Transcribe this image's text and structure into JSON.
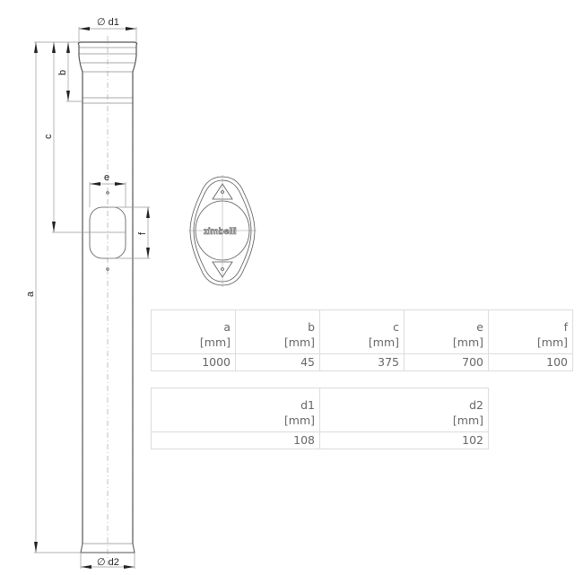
{
  "drawing": {
    "labels": {
      "d1": "d1",
      "d2": "d2",
      "a": "a",
      "b": "b",
      "c": "c",
      "e": "e",
      "f": "f",
      "diameter_symbol": "∅"
    },
    "logo_text": "zimbelli"
  },
  "table1": {
    "headers": [
      {
        "name": "a",
        "unit": "[mm]"
      },
      {
        "name": "b",
        "unit": "[mm]"
      },
      {
        "name": "c",
        "unit": "[mm]"
      },
      {
        "name": "e",
        "unit": "[mm]"
      },
      {
        "name": "f",
        "unit": "[mm]"
      }
    ],
    "values": [
      "1000",
      "45",
      "375",
      "700",
      "100"
    ]
  },
  "table2": {
    "headers": [
      {
        "name": "d1",
        "unit": "[mm]"
      },
      {
        "name": "d2",
        "unit": "[mm]"
      }
    ],
    "values": [
      "108",
      "102"
    ]
  },
  "colors": {
    "line": "#555555",
    "dim_line": "#999999",
    "table_border": "#dcdcdc",
    "table_text": "#666666"
  }
}
